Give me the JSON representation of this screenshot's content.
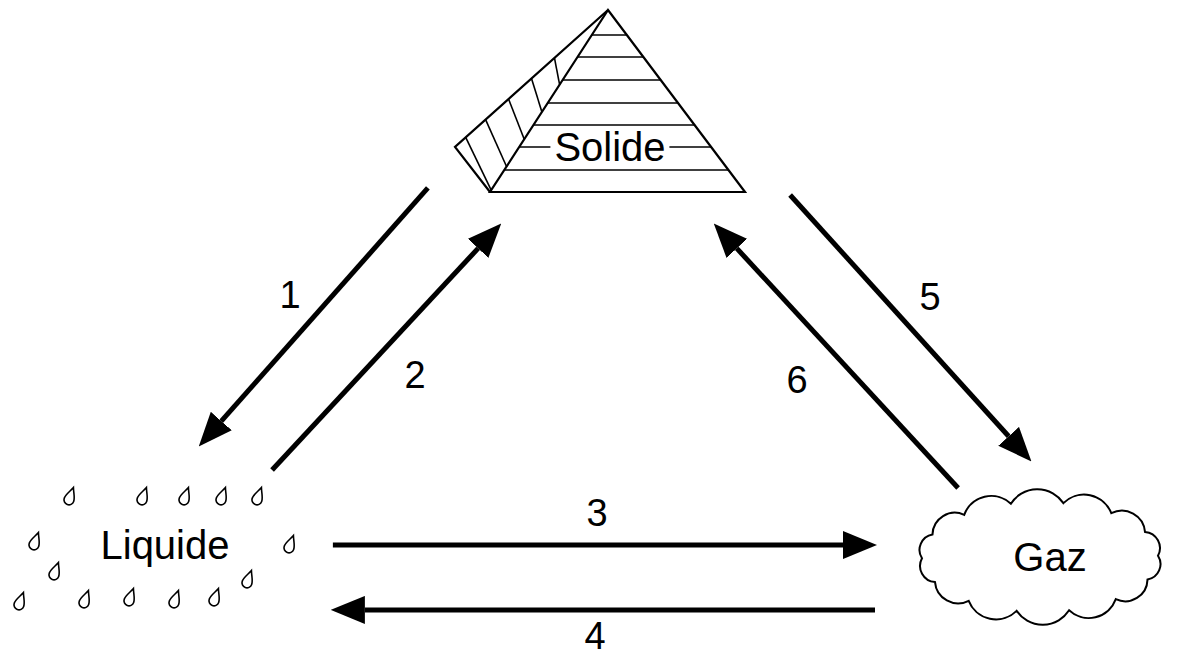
{
  "diagram": {
    "nodes": [
      {
        "text": [
          "Solide"
        ]
      },
      {
        "text": [
          "Liquide"
        ]
      },
      {
        "text": [
          "Gaz"
        ]
      }
    ],
    "edges": [
      {
        "from": 0,
        "to": 1,
        "arrow": "to",
        "label": "1"
      },
      {
        "from": 1,
        "to": 0,
        "arrow": "to",
        "label": "2"
      },
      {
        "from": 1,
        "to": 2,
        "arrow": "to",
        "label": "3"
      },
      {
        "from": 2,
        "to": 1,
        "arrow": "to",
        "label": "4"
      },
      {
        "from": 0,
        "to": 2,
        "arrow": "to",
        "label": "5"
      },
      {
        "from": 2,
        "to": 0,
        "arrow": "to",
        "label": "6"
      }
    ]
  }
}
